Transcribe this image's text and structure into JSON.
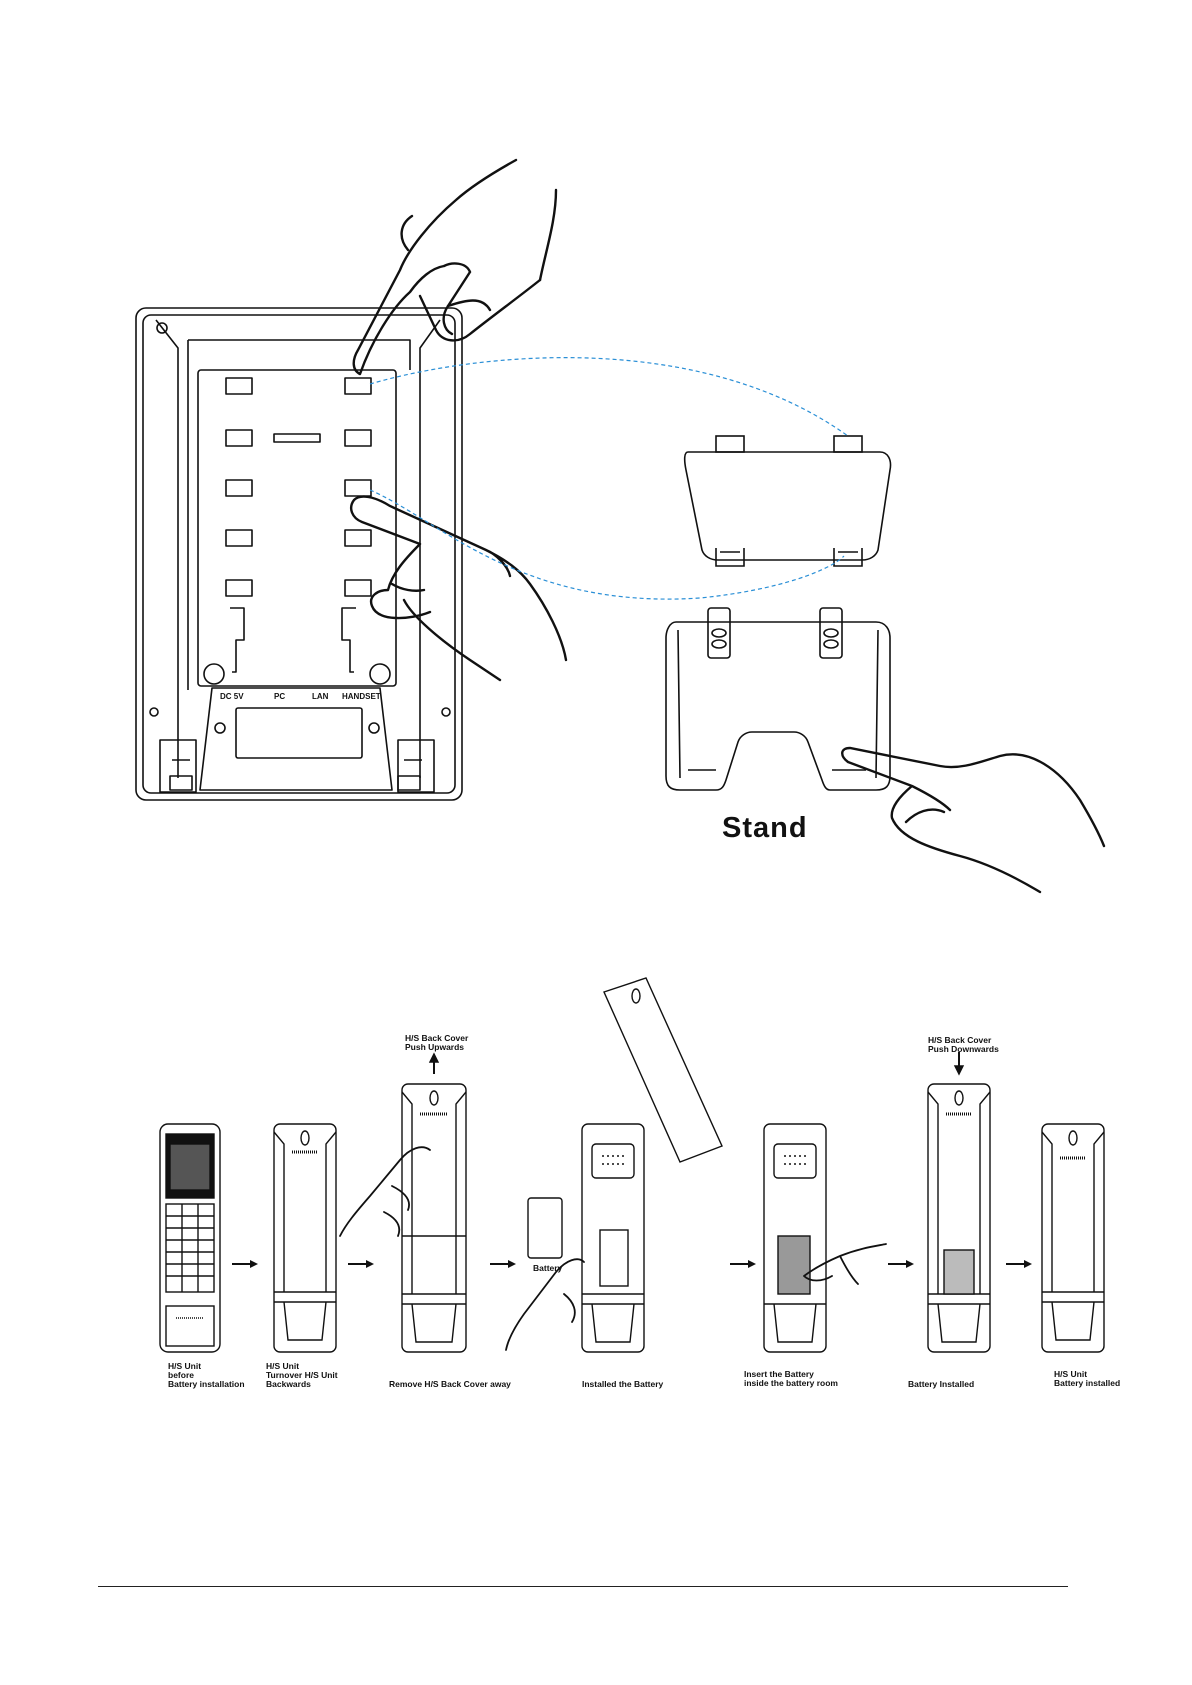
{
  "figure_top": {
    "stand_label": "Stand",
    "ports": [
      "DC 5V",
      "PC",
      "LAN",
      "HANDSET"
    ],
    "leader_color": "#2a8fd6"
  },
  "figure_bottom": {
    "captions": {
      "unit_before": "H/S Unit\nbefore\nBattery installation",
      "turnover": "H/S Unit\nTurnover H/S Unit\nBackwards",
      "remove_cover": "Remove H/S Back Cover away",
      "installed_battery": "Installed the Battery",
      "insert_battery": "Insert the Battery\ninside the battery room",
      "battery_installed": "Battery Installed",
      "unit_installed": "H/S Unit\nBattery installed",
      "cover_up": "H/S Back Cover\nPush Upwards",
      "cover_down": "H/S Back Cover\nPush Downwards",
      "battery": "Battery"
    }
  }
}
